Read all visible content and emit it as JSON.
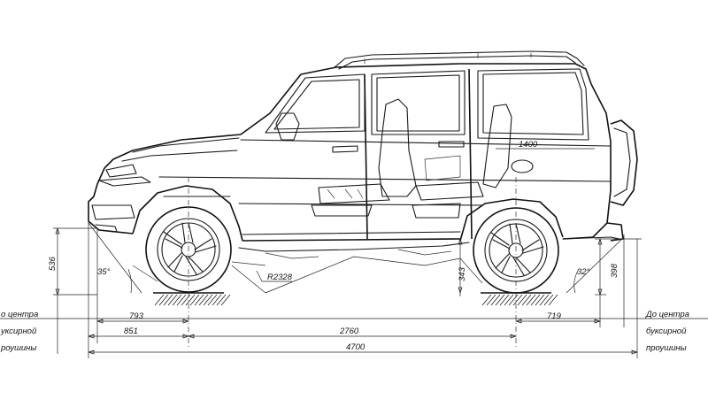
{
  "dimensions": {
    "overall_length": "4700",
    "wheelbase": "2760",
    "front_overhang_tow": "851",
    "front_axle_to_tow": "793",
    "rear_overhang_tow": "719",
    "roof_rack_length": "1400",
    "turn_radius": "R2328",
    "front_height": "536",
    "rear_height": "398",
    "ground_clearance": "343",
    "approach_angle": "35°",
    "departure_angle": "32°"
  },
  "notes": {
    "left": [
      "о центра",
      "уксирной",
      "роушины"
    ],
    "right": [
      "До центра",
      "буксирной",
      "проушины"
    ]
  }
}
